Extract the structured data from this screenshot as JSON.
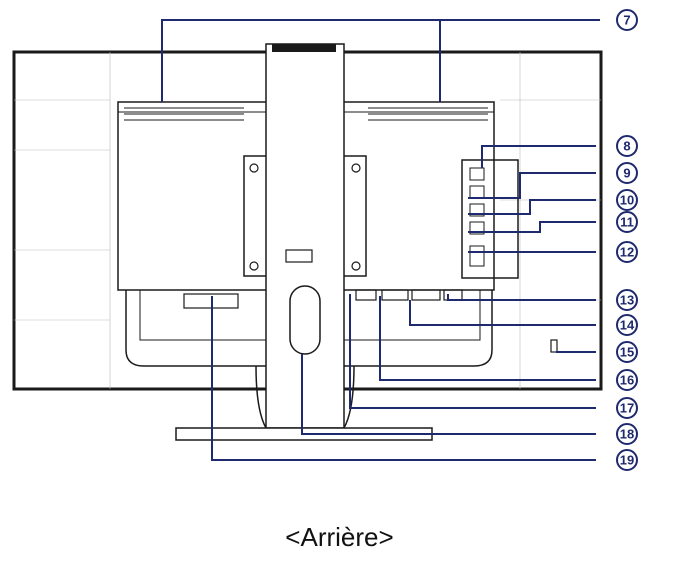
{
  "caption": "<Arrière>",
  "colors": {
    "callout": "#1f2a6e",
    "outline": "#1a1a1a",
    "background": "#ffffff"
  },
  "callouts": [
    {
      "number": "7"
    },
    {
      "number": "8"
    },
    {
      "number": "9"
    },
    {
      "number": "10"
    },
    {
      "number": "11"
    },
    {
      "number": "12"
    },
    {
      "number": "13"
    },
    {
      "number": "14"
    },
    {
      "number": "15"
    },
    {
      "number": "16"
    },
    {
      "number": "17"
    },
    {
      "number": "18"
    },
    {
      "number": "19"
    }
  ]
}
